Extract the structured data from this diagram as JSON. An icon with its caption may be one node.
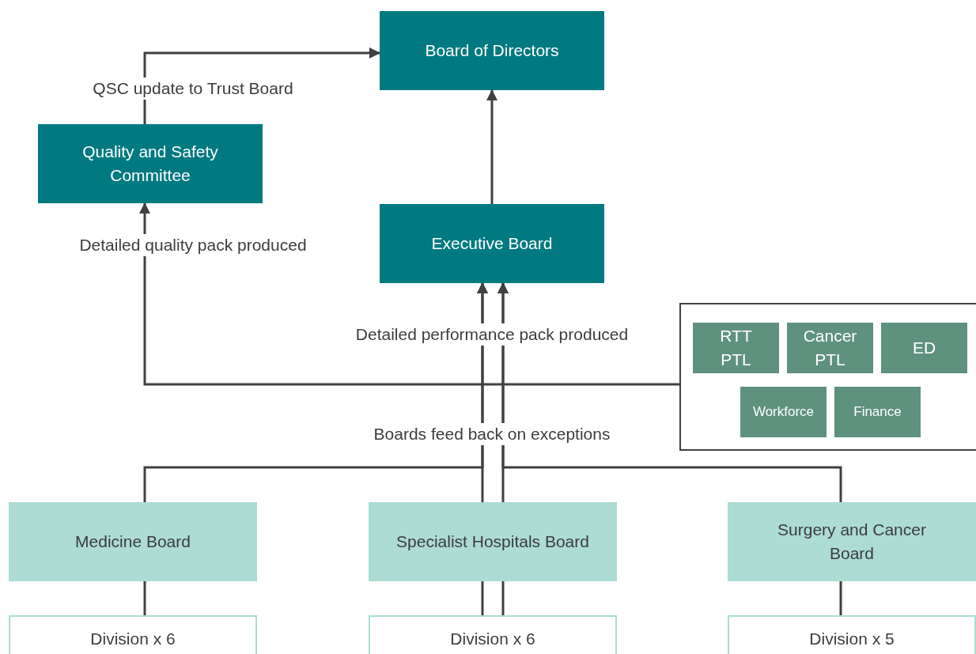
{
  "diagram": {
    "nodes": [
      {
        "text": [
          "Board of Directors"
        ]
      },
      {
        "text": [
          "Quality and Safety Committee"
        ]
      },
      {
        "text": [
          "Executive Board"
        ]
      },
      {
        "text": [],
        "shape": "box"
      },
      {
        "text": [
          "RTT PTL"
        ],
        "in": 3
      },
      {
        "text": [
          "Cancer PTL"
        ],
        "in": 3
      },
      {
        "text": [
          "ED"
        ],
        "in": 3
      },
      {
        "text": [
          "Workforce"
        ],
        "in": 3
      },
      {
        "text": [
          "Finance"
        ],
        "in": 3
      },
      {
        "text": [
          "Medicine Board"
        ]
      },
      {
        "text": [
          "Specialist Hospitals Board"
        ]
      },
      {
        "text": [
          "Surgery and Cancer Board"
        ]
      },
      {
        "text": [
          "Division x 6"
        ]
      },
      {
        "text": [
          "Division x 6"
        ]
      },
      {
        "text": [
          "Division x 5"
        ]
      }
    ],
    "edges": [
      {
        "from": 1,
        "to": 0,
        "arrow": "to",
        "label": "QSC update to Trust Board"
      },
      {
        "from": 2,
        "to": 0,
        "arrow": "to"
      },
      {
        "from": 3,
        "to": 1,
        "arrow": "to",
        "label": "Detailed quality pack produced"
      },
      {
        "from": 10,
        "to": 2,
        "arrow": "to",
        "label": "Detailed performance pack produced"
      },
      {
        "from": 10,
        "to": 2,
        "arrow": "to",
        "label": "Boards feed back on exceptions"
      },
      {
        "from": 9,
        "to": 2,
        "arrow": "to"
      },
      {
        "from": 11,
        "to": 2,
        "arrow": "to"
      },
      {
        "from": 12,
        "to": 9,
        "arrow": "none"
      },
      {
        "from": 13,
        "to": 10,
        "arrow": "none"
      },
      {
        "from": 13,
        "to": 10,
        "arrow": "none"
      },
      {
        "from": 14,
        "to": 11,
        "arrow": "none"
      }
    ]
  }
}
